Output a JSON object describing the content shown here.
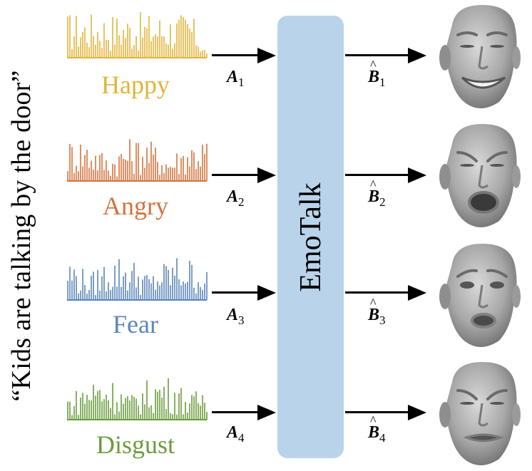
{
  "quote": "“Kids are talking by the door”",
  "model_name": "EmoTalk",
  "rows": [
    {
      "emotion": "Happy",
      "color": "#e0b43a",
      "input_label": "A",
      "input_sub": "1",
      "output_label": "B",
      "output_sub": "1",
      "expression": "smile"
    },
    {
      "emotion": "Angry",
      "color": "#d2733d",
      "input_label": "A",
      "input_sub": "2",
      "output_label": "B",
      "output_sub": "2",
      "expression": "angry"
    },
    {
      "emotion": "Fear",
      "color": "#5b86b8",
      "input_label": "A",
      "input_sub": "3",
      "output_label": "B",
      "output_sub": "3",
      "expression": "fear"
    },
    {
      "emotion": "Disgust",
      "color": "#6b9c3c",
      "input_label": "A",
      "input_sub": "4",
      "output_label": "B",
      "output_sub": "4",
      "expression": "disgust"
    }
  ],
  "icons": {
    "face": "face-mesh-icon",
    "arrow": "right-arrow-icon",
    "waveform": "audio-waveform-icon"
  }
}
